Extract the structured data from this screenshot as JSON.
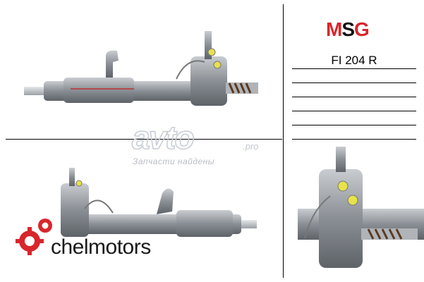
{
  "brand": {
    "text_m": "M",
    "text_s": "S",
    "text_g": "G",
    "accent": "#d8262c"
  },
  "part_number": "FI 204 R",
  "watermark": {
    "caption": "Запчасти найдены",
    "suffix": ".pro",
    "word": "avto"
  },
  "logo": {
    "text": "chelmotors",
    "color": "#d8262c"
  },
  "icons": [
    "gear-logo-icon"
  ]
}
